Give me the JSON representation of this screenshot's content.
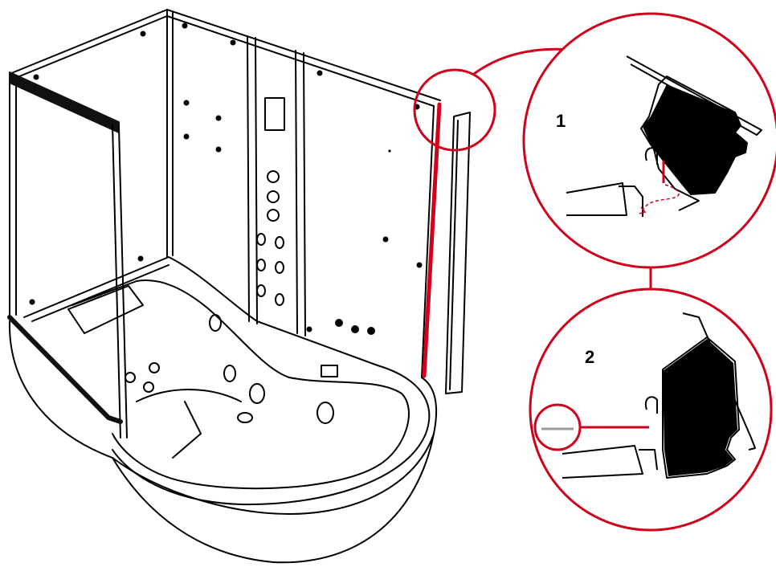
{
  "diagram": {
    "steps": [
      {
        "label": "1"
      },
      {
        "label": "2"
      }
    ],
    "colors": {
      "line": "#000000",
      "highlight": "#d0021b",
      "background": "#ffffff"
    },
    "icons": [
      "shower-cabin-illustration",
      "detail-circle-step-1",
      "detail-circle-step-2"
    ]
  }
}
